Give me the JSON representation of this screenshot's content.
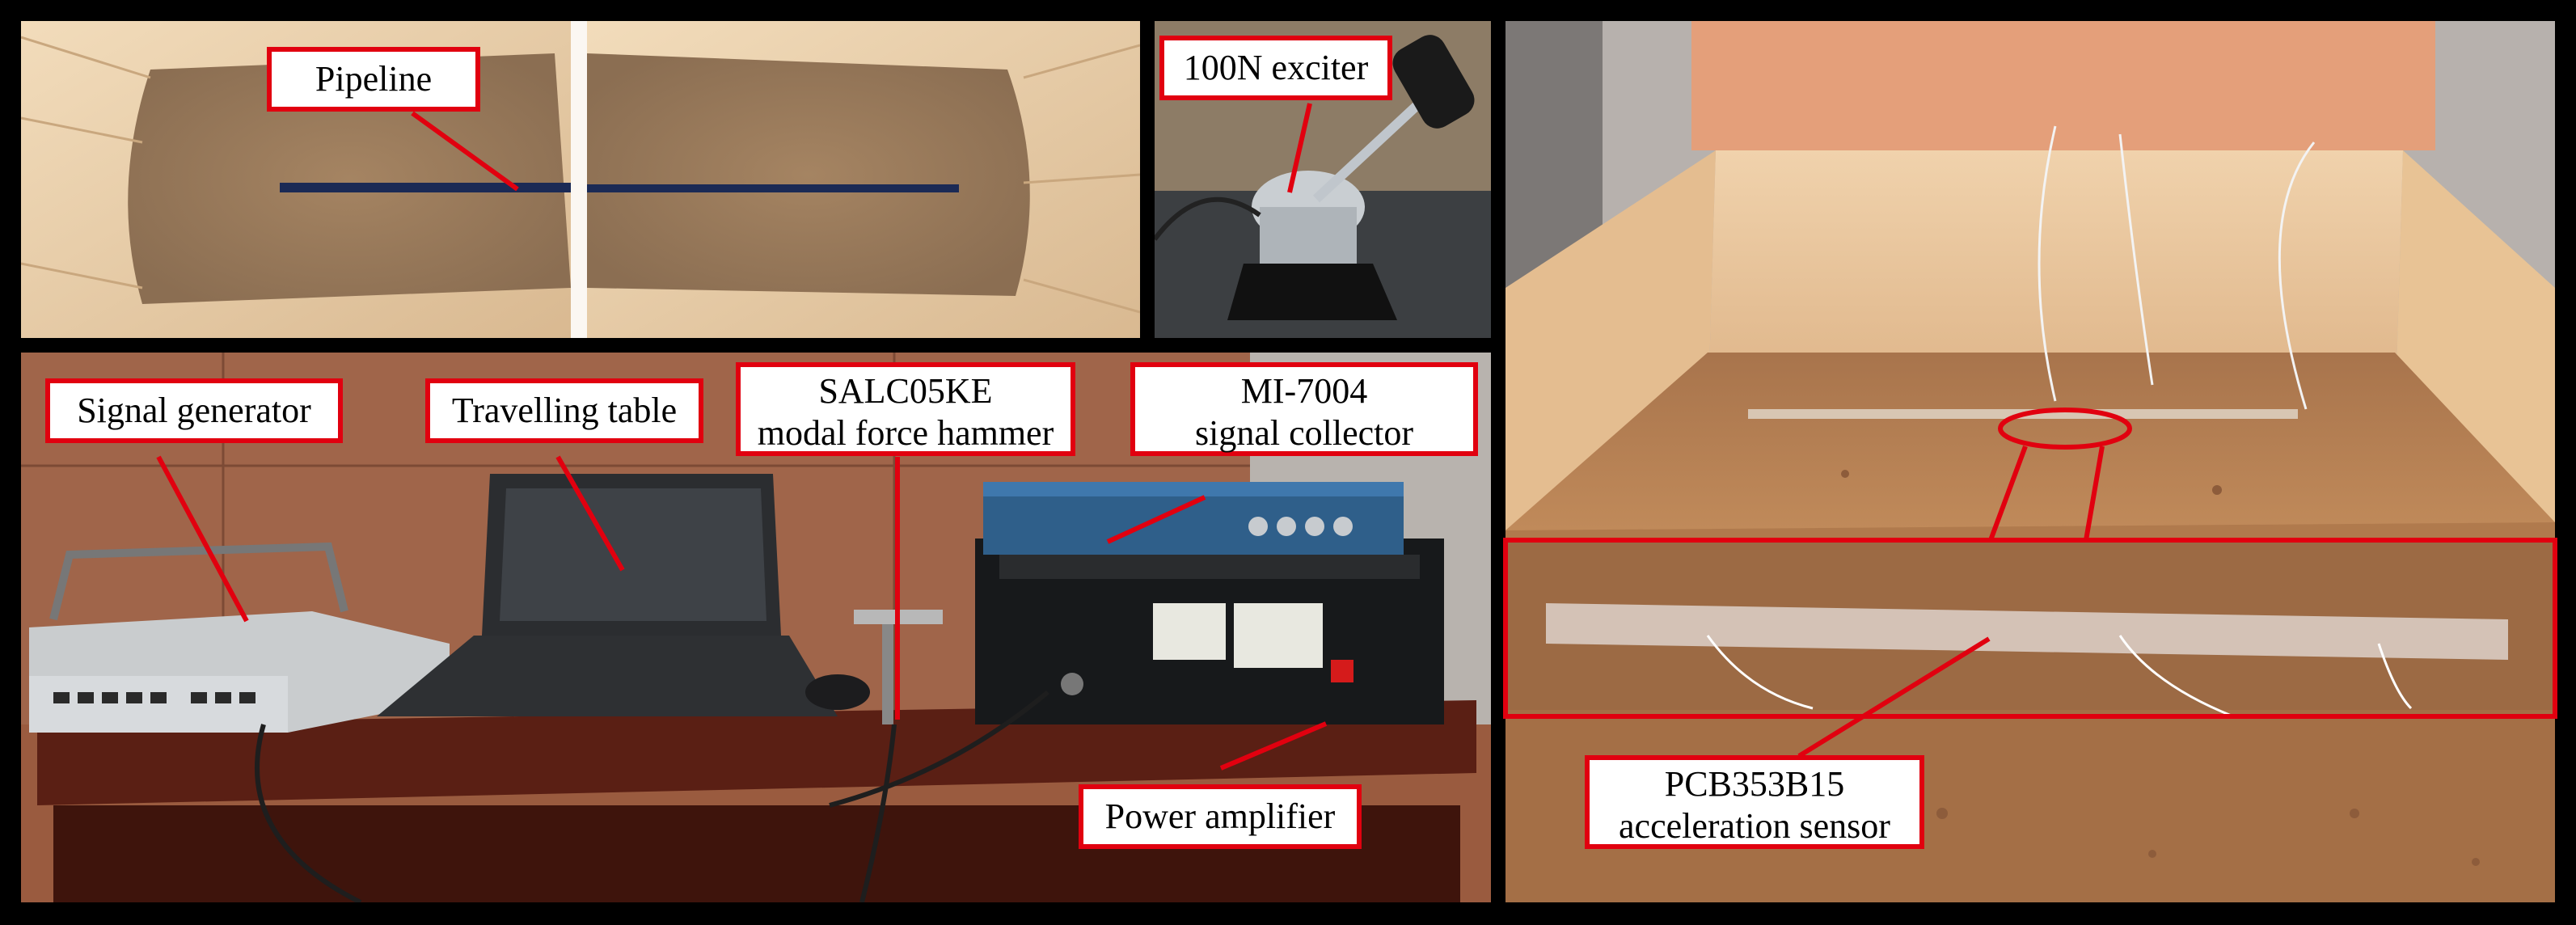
{
  "figure": {
    "labels": {
      "pipeline": "Pipeline",
      "exciter": "100N exciter",
      "signal_generator": "Signal generator",
      "travelling_table": "Travelling table",
      "hammer_line1": "SALC05KE",
      "hammer_line2": "modal force hammer",
      "collector_line1": "MI-7004",
      "collector_line2": "signal collector",
      "power_amplifier": "Power amplifier",
      "sensor_line1": "PCB353B15",
      "sensor_line2": "acceleration sensor"
    },
    "colors": {
      "callout_border": "#e1000f",
      "frame": "#000000",
      "sand": "#b07a4d",
      "plywood": "#e8c89f"
    }
  }
}
